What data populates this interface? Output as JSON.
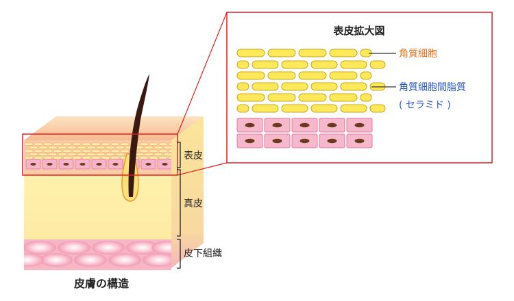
{
  "inset": {
    "title": "表皮拡大図",
    "label_corneocyte": "角質細胞",
    "label_intercellular": "角質細胞間脂質",
    "label_ceramide": "( セラミド )"
  },
  "layers": {
    "epidermis": "表皮",
    "dermis": "真皮",
    "subcutaneous": "皮下組織"
  },
  "caption": "皮膚の構造",
  "colors": {
    "callout_red": "#e02020",
    "corneocyte_orange": "#e8731a",
    "lipid_blue": "#2a56c6"
  }
}
